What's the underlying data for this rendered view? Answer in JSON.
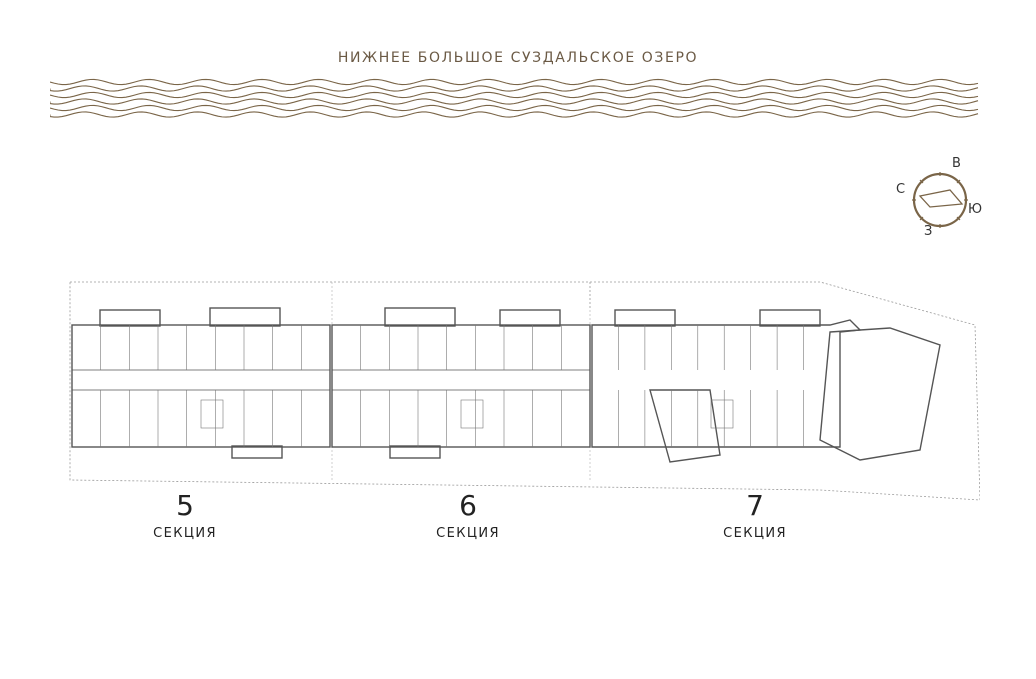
{
  "lake": {
    "title": "НИЖНЕЕ БОЛЬШОЕ СУЗДАЛЬСКОЕ ОЗЕРО"
  },
  "compass": {
    "north": "В",
    "west": "С",
    "east": "Ю",
    "south": "З",
    "accent": "#7a6548"
  },
  "sections": [
    {
      "number": "5",
      "label": "СЕКЦИЯ"
    },
    {
      "number": "6",
      "label": "СЕКЦИЯ"
    },
    {
      "number": "7",
      "label": "СЕКЦИЯ"
    }
  ],
  "colors": {
    "wave": "#7a6548",
    "wall": "#555555",
    "boundary": "#9a9a9a"
  }
}
